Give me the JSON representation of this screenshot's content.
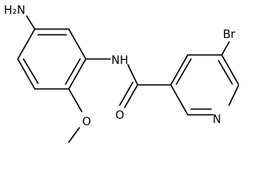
{
  "molecule": {
    "atoms": {
      "amine": "H₂N",
      "amide_nh": "NH",
      "bromine": "Br",
      "methoxy_oxygen": "O",
      "carbonyl_oxygen": "O",
      "pyridine_nitrogen": "N"
    },
    "colors": {
      "bond": "#000000",
      "label": "#000000",
      "background": "#ffffff"
    }
  }
}
